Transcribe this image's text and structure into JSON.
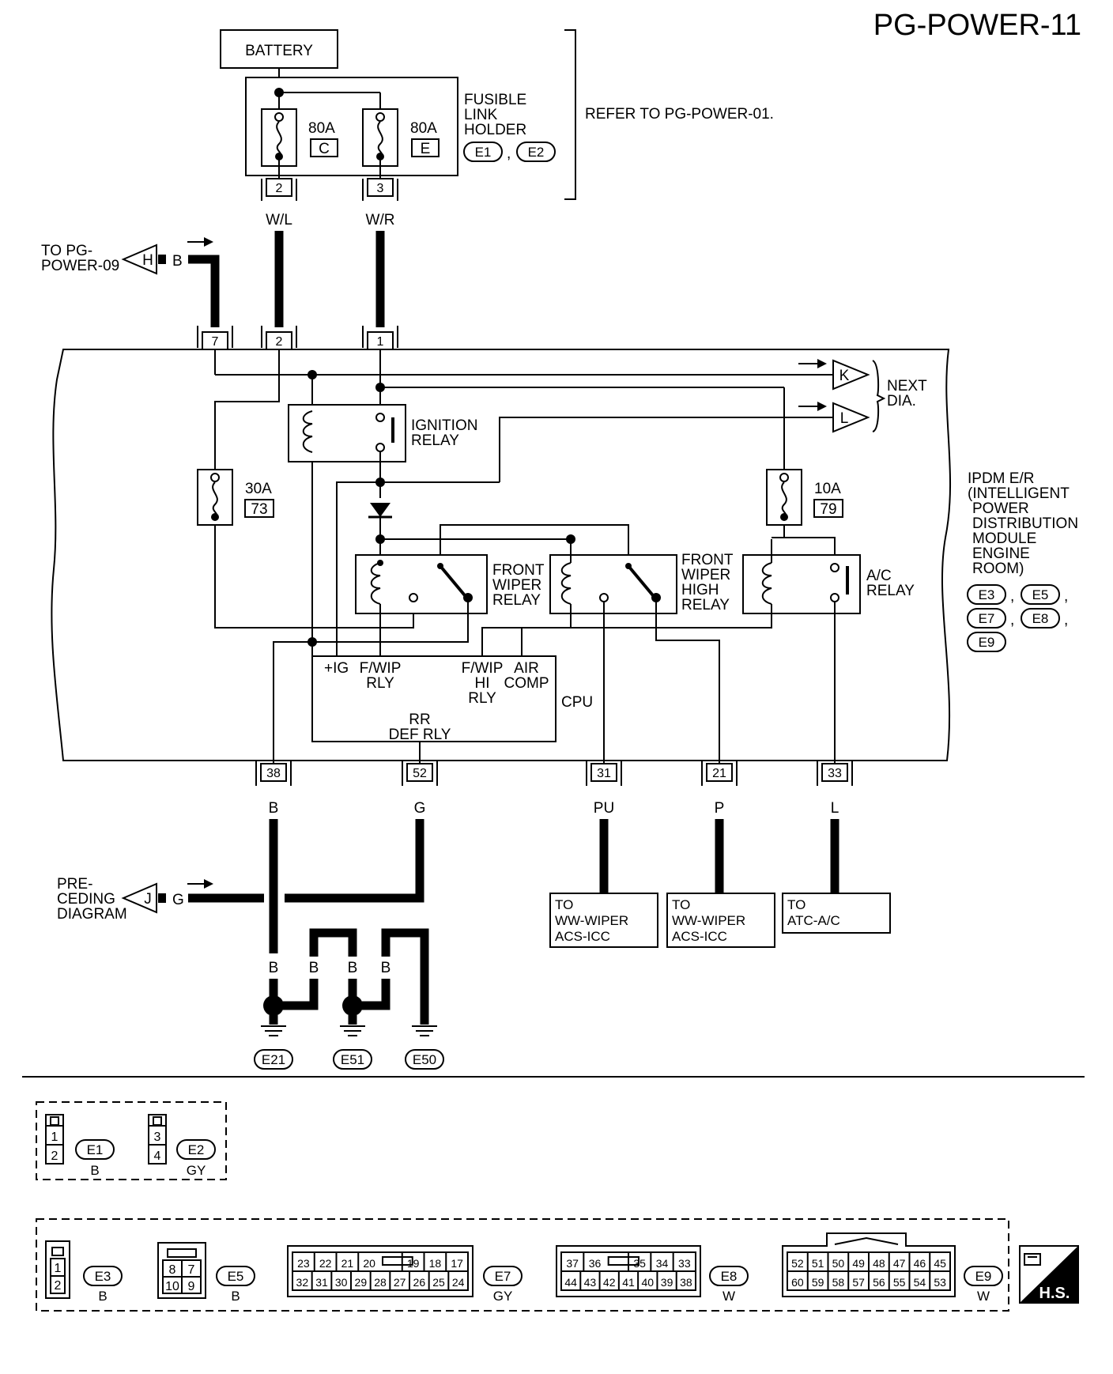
{
  "page_id": "PG-POWER-11",
  "battery": "BATTERY",
  "fusible_link": {
    "label": [
      "FUSIBLE",
      "LINK",
      "HOLDER"
    ],
    "fuses": [
      {
        "rating": "80A",
        "id": "C",
        "pin": "2",
        "wire": "W/L"
      },
      {
        "rating": "80A",
        "id": "E",
        "pin": "3",
        "wire": "W/R"
      }
    ],
    "connectors": [
      "E1",
      "E2"
    ],
    "comma": ","
  },
  "refer_note": "REFER TO PG-POWER-01.",
  "off_page": {
    "to_pg": {
      "text": [
        "TO PG-",
        "POWER-09"
      ],
      "letter": "H",
      "wire": "B"
    },
    "preceding": {
      "text": [
        "PRE-",
        "CEDING",
        "DIAGRAM"
      ],
      "letter": "J",
      "wire": "G"
    },
    "next": {
      "text": [
        "NEXT",
        "DIA."
      ],
      "letters": [
        "K",
        "L"
      ]
    }
  },
  "ipdm_top_pins": [
    {
      "pin": "7",
      "wire": "B"
    },
    {
      "pin": "2",
      "wire": ""
    },
    {
      "pin": "1",
      "wire": ""
    }
  ],
  "ipdm": {
    "label": [
      "IPDM E/R",
      "(INTELLIGENT",
      "POWER",
      "DISTRIBUTION",
      "MODULE",
      "ENGINE",
      "ROOM)"
    ],
    "connectors": [
      "E3",
      "E5",
      "E7",
      "E8",
      "E9"
    ],
    "comma": ","
  },
  "fuses_internal": [
    {
      "rating": "30A",
      "id": "73"
    },
    {
      "rating": "10A",
      "id": "79"
    }
  ],
  "relays": {
    "ignition": [
      "IGNITION",
      "RELAY"
    ],
    "front_wiper": [
      "FRONT",
      "WIPER",
      "RELAY"
    ],
    "front_wiper_high": [
      "FRONT",
      "WIPER",
      "HIGH",
      "RELAY"
    ],
    "ac": [
      "A/C",
      "RELAY"
    ]
  },
  "cpu": {
    "label": "CPU",
    "ig": "+IG",
    "fwip_rly": [
      "F/WIP",
      "RLY"
    ],
    "fwip_hi_rly": [
      "F/WIP",
      "HI",
      "RLY"
    ],
    "air_comp": [
      "AIR",
      "COMP"
    ],
    "rr_def_rly": [
      "RR",
      "DEF RLY"
    ]
  },
  "bottom_pins": [
    {
      "pin": "38",
      "wire": "B"
    },
    {
      "pin": "52",
      "wire": "G"
    },
    {
      "pin": "31",
      "wire": "PU"
    },
    {
      "pin": "21",
      "wire": "P"
    },
    {
      "pin": "33",
      "wire": "L"
    }
  ],
  "destinations": [
    [
      "TO",
      "WW-WIPER",
      "ACS-ICC"
    ],
    [
      "TO",
      "WW-WIPER",
      "ACS-ICC"
    ],
    [
      "TO",
      "ATC-A/C"
    ]
  ],
  "ground_wires": [
    "B",
    "B",
    "B",
    "B",
    "B"
  ],
  "grounds": [
    "E21",
    "E51",
    "E50"
  ],
  "connector_views": {
    "e1": {
      "code": "E1",
      "color": "B",
      "pins": [
        "1",
        "2"
      ]
    },
    "e2": {
      "code": "E2",
      "color": "GY",
      "pins": [
        "3",
        "4"
      ]
    },
    "e3": {
      "code": "E3",
      "color": "B",
      "pins": [
        "1",
        "2"
      ]
    },
    "e5": {
      "code": "E5",
      "color": "B",
      "pins": [
        "8",
        "7",
        "10",
        "9"
      ]
    },
    "e7": {
      "code": "E7",
      "color": "GY",
      "top": [
        "23",
        "22",
        "21",
        "20",
        "19",
        "18",
        "17"
      ],
      "bottom": [
        "32",
        "31",
        "30",
        "29",
        "28",
        "27",
        "26",
        "25",
        "24"
      ]
    },
    "e8": {
      "code": "E8",
      "color": "W",
      "top": [
        "37",
        "36",
        "35",
        "34",
        "33"
      ],
      "bottom": [
        "44",
        "43",
        "42",
        "41",
        "40",
        "39",
        "38"
      ]
    },
    "e9": {
      "code": "E9",
      "color": "W",
      "top": [
        "52",
        "51",
        "50",
        "49",
        "48",
        "47",
        "46",
        "45"
      ],
      "bottom": [
        "60",
        "59",
        "58",
        "57",
        "56",
        "55",
        "54",
        "53"
      ]
    }
  },
  "hs_badge": "H.S."
}
